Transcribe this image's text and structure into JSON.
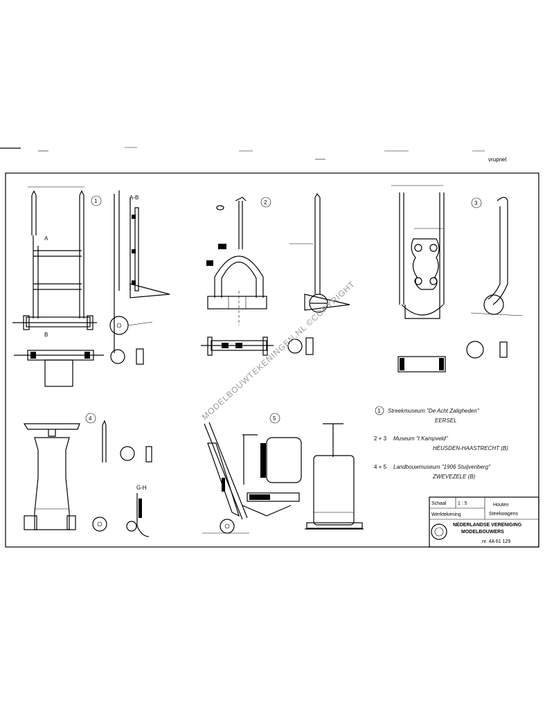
{
  "sheet": {
    "top_mark": "vrupnel",
    "views": [
      {
        "id": "1",
        "label": "1"
      },
      {
        "id": "2",
        "label": "2"
      },
      {
        "id": "3",
        "label": "3"
      },
      {
        "id": "4",
        "label": "4"
      },
      {
        "id": "5",
        "label": "5"
      }
    ],
    "section_labels": {
      "ab_top": "A-B",
      "a": "A",
      "b": "B",
      "section_ab": "G-H"
    },
    "legend": [
      {
        "marker": "1",
        "title": "Streekmuseum \"De Acht Zaligheden\"",
        "sub": "EERSEL"
      },
      {
        "marker": "2 + 3",
        "title": "Museum \"t Kampveld\"",
        "sub": "HEUSDEN-HAASTRECHT (B)"
      },
      {
        "marker": "4 + 5",
        "title": "Landbouwmuseum \"1906 Stuijvenberg\"",
        "sub": "ZWEVEZELE (B)"
      }
    ],
    "watermark": "MODELBOUWTEKENINGEN.NL ©COPYRIGHT"
  },
  "title_block": {
    "schaal_label": "Schaal",
    "schaal_value": "1 : 5",
    "werktekening": "Werktekening",
    "title_line1": "Houten",
    "title_line2": "Steekwagens",
    "org_line1": "NEDERLANDSE VERENIGING",
    "org_line2": "MODELBOUWERS",
    "number": "nr. 4A 61 129"
  }
}
